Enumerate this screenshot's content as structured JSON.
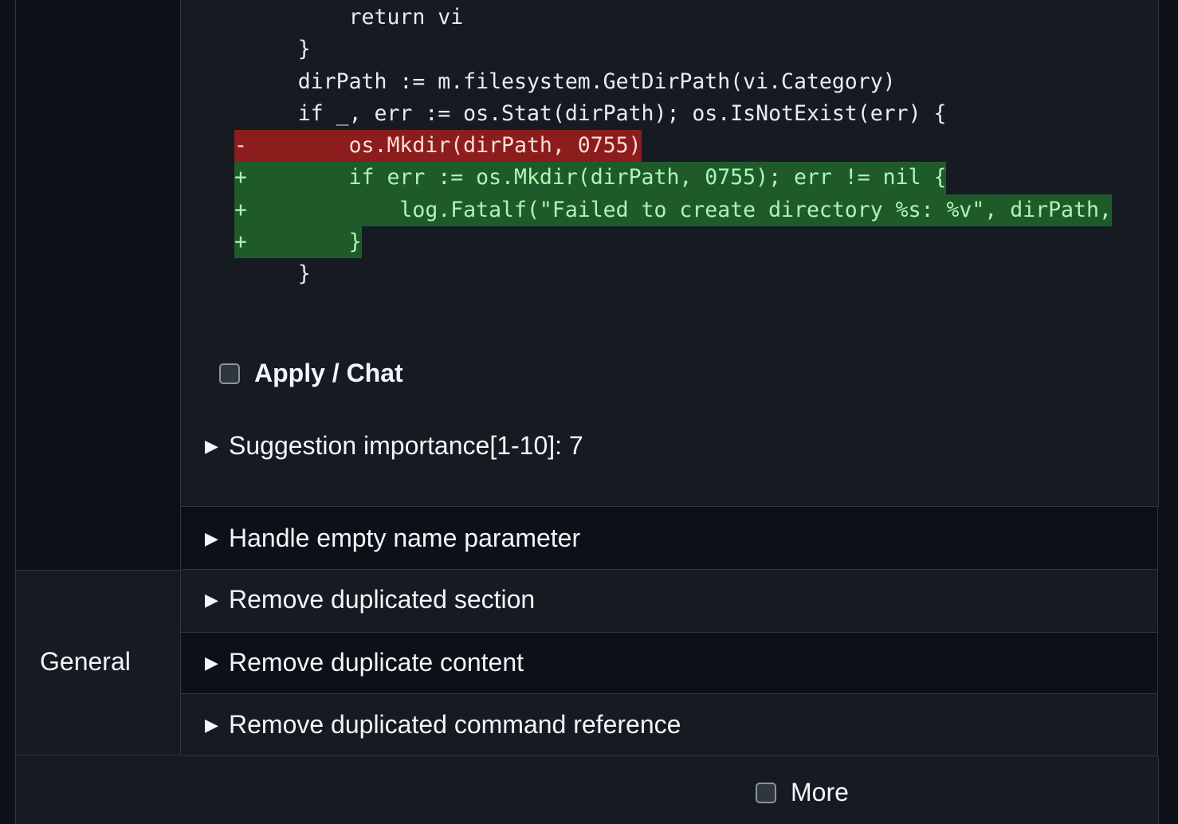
{
  "code": {
    "lines": [
      {
        "type": "ctx",
        "sign": " ",
        "text": "        return vi"
      },
      {
        "type": "ctx",
        "sign": " ",
        "text": "    }"
      },
      {
        "type": "ctx",
        "sign": " ",
        "text": "    dirPath := m.filesystem.GetDirPath(vi.Category)"
      },
      {
        "type": "ctx",
        "sign": " ",
        "text": "    if _, err := os.Stat(dirPath); os.IsNotExist(err) {"
      },
      {
        "type": "del",
        "sign": "-",
        "text": "        os.Mkdir(dirPath, 0755)"
      },
      {
        "type": "add",
        "sign": "+",
        "text": "        if err := os.Mkdir(dirPath, 0755); err != nil {"
      },
      {
        "type": "add",
        "sign": "+",
        "text": "            log.Fatalf(\"Failed to create directory %s: %v\", dirPath,"
      },
      {
        "type": "add",
        "sign": "+",
        "text": "        }"
      },
      {
        "type": "ctx",
        "sign": " ",
        "text": "    }"
      }
    ]
  },
  "apply_chat": {
    "label": "Apply / Chat",
    "checked": false
  },
  "importance": {
    "label": "Suggestion importance[1-10]: 7"
  },
  "suggestions": [
    {
      "label": "Handle empty name parameter"
    },
    {
      "label": "Remove duplicated section"
    },
    {
      "label": "Remove duplicate content"
    },
    {
      "label": "Remove duplicated command reference"
    }
  ],
  "category": {
    "label": "General"
  },
  "more": {
    "label": "More",
    "checked": false
  },
  "colors": {
    "background": "#0d1117",
    "cell": "#161b22",
    "border": "#30363d",
    "deleted_bg": "#8b1d1d",
    "added_bg": "#1f5b2a"
  }
}
